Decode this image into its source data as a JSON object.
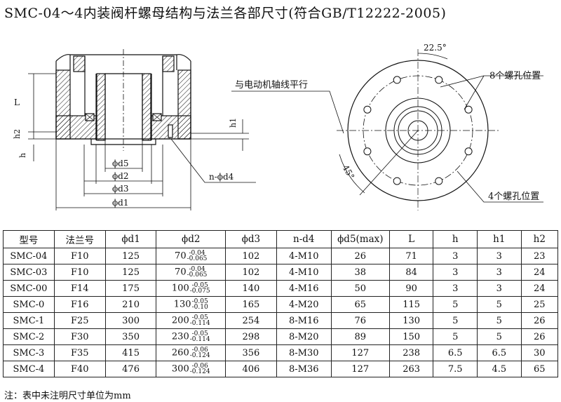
{
  "title": "SMC-04～4内装阀杆螺母结构与法兰各部尺寸(符合GB/T12222-2005)",
  "left_labels": {
    "L": "L",
    "h2": "h2",
    "h": "h",
    "h1": "h1",
    "d5": "ϕd5",
    "d2": "ϕd2",
    "d3": "ϕd3",
    "d1": "ϕd1",
    "nd4": "n-ϕd4"
  },
  "right_labels": {
    "angle_top": "22.5°",
    "angle_45": "45°",
    "parallel": "与电动机轴线平行",
    "holes8": "8个螺孔位置",
    "holes4": "4个螺孔位置"
  },
  "table": {
    "headers": [
      "型号",
      "法兰号",
      "ϕd1",
      "ϕd2",
      "ϕd3",
      "n-d4",
      "ϕd5(max)",
      "L",
      "h",
      "h1",
      "h2"
    ],
    "rows": [
      {
        "model": "SMC-04",
        "flange": "F10",
        "d1": "125",
        "d2": "70",
        "d2_up": "-0.04",
        "d2_lo": "-0.065",
        "d3": "102",
        "nd4": "4-M10",
        "d5": "26",
        "L": "71",
        "h": "3",
        "h1": "3",
        "h2": "23"
      },
      {
        "model": "SMC-03",
        "flange": "F10",
        "d1": "125",
        "d2": "70",
        "d2_up": "-0.04",
        "d2_lo": "-0.065",
        "d3": "102",
        "nd4": "4-M10",
        "d5": "38",
        "L": "84",
        "h": "3",
        "h1": "3",
        "h2": "24"
      },
      {
        "model": "SMC-00",
        "flange": "F14",
        "d1": "175",
        "d2": "100",
        "d2_up": "-0.05",
        "d2_lo": "-0.075",
        "d3": "140",
        "nd4": "4-M16",
        "d5": "50",
        "L": "90",
        "h": "3",
        "h1": "3",
        "h2": "24"
      },
      {
        "model": "SMC-0",
        "flange": "F16",
        "d1": "210",
        "d2": "130",
        "d2_up": "-0.05",
        "d2_lo": "-0.10",
        "d3": "165",
        "nd4": "4-M20",
        "d5": "65",
        "L": "115",
        "h": "5",
        "h1": "5",
        "h2": "25"
      },
      {
        "model": "SMC-1",
        "flange": "F25",
        "d1": "300",
        "d2": "200",
        "d2_up": "-0.05",
        "d2_lo": "-0.114",
        "d3": "254",
        "nd4": "8-M16",
        "d5": "76",
        "L": "130",
        "h": "5",
        "h1": "5",
        "h2": "26"
      },
      {
        "model": "SMC-2",
        "flange": "F30",
        "d1": "350",
        "d2": "230",
        "d2_up": "-0.05",
        "d2_lo": "-0.114",
        "d3": "298",
        "nd4": "8-M20",
        "d5": "89",
        "L": "150",
        "h": "5",
        "h1": "5",
        "h2": "26"
      },
      {
        "model": "SMC-3",
        "flange": "F35",
        "d1": "415",
        "d2": "260",
        "d2_up": "-0.06",
        "d2_lo": "-0.124",
        "d3": "356",
        "nd4": "8-M30",
        "d5": "127",
        "L": "238",
        "h": "6.5",
        "h1": "6.5",
        "h2": "30"
      },
      {
        "model": "SMC-4",
        "flange": "F40",
        "d1": "476",
        "d2": "300",
        "d2_up": "-0.06",
        "d2_lo": "-0.124",
        "d3": "406",
        "nd4": "8-M36",
        "d5": "127",
        "L": "263",
        "h": "7.5",
        "h1": "4.5",
        "h2": "65"
      }
    ]
  },
  "note": "注：表中未注明尺寸单位为mm"
}
